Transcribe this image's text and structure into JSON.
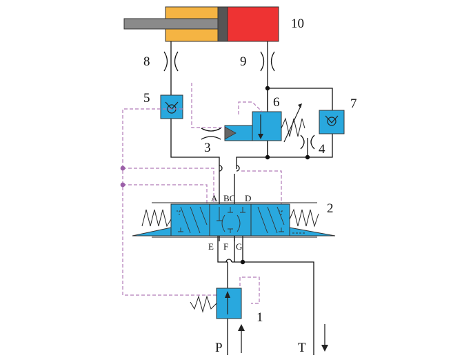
{
  "labels": {
    "l1": "1",
    "l2": "2",
    "l3": "3",
    "l4": "4",
    "l5": "5",
    "l6": "6",
    "l7": "7",
    "l8": "8",
    "l9": "9",
    "l10": "10"
  },
  "ports": {
    "A": "A",
    "BC": "BC",
    "D": "D",
    "E": "E",
    "F": "F",
    "G": "G",
    "P": "P",
    "T": "T"
  },
  "colors": {
    "line": "#111111",
    "pilot": "#b07ab8",
    "valve_blue": "#29a8de",
    "cylinder_rod_side": "#f5b443",
    "cylinder_cap_side": "#ee3333",
    "piston": "#555555",
    "rod": "#8a8a8a",
    "junction_dot": "#111111",
    "pilot_dot": "#9b5fa8"
  }
}
